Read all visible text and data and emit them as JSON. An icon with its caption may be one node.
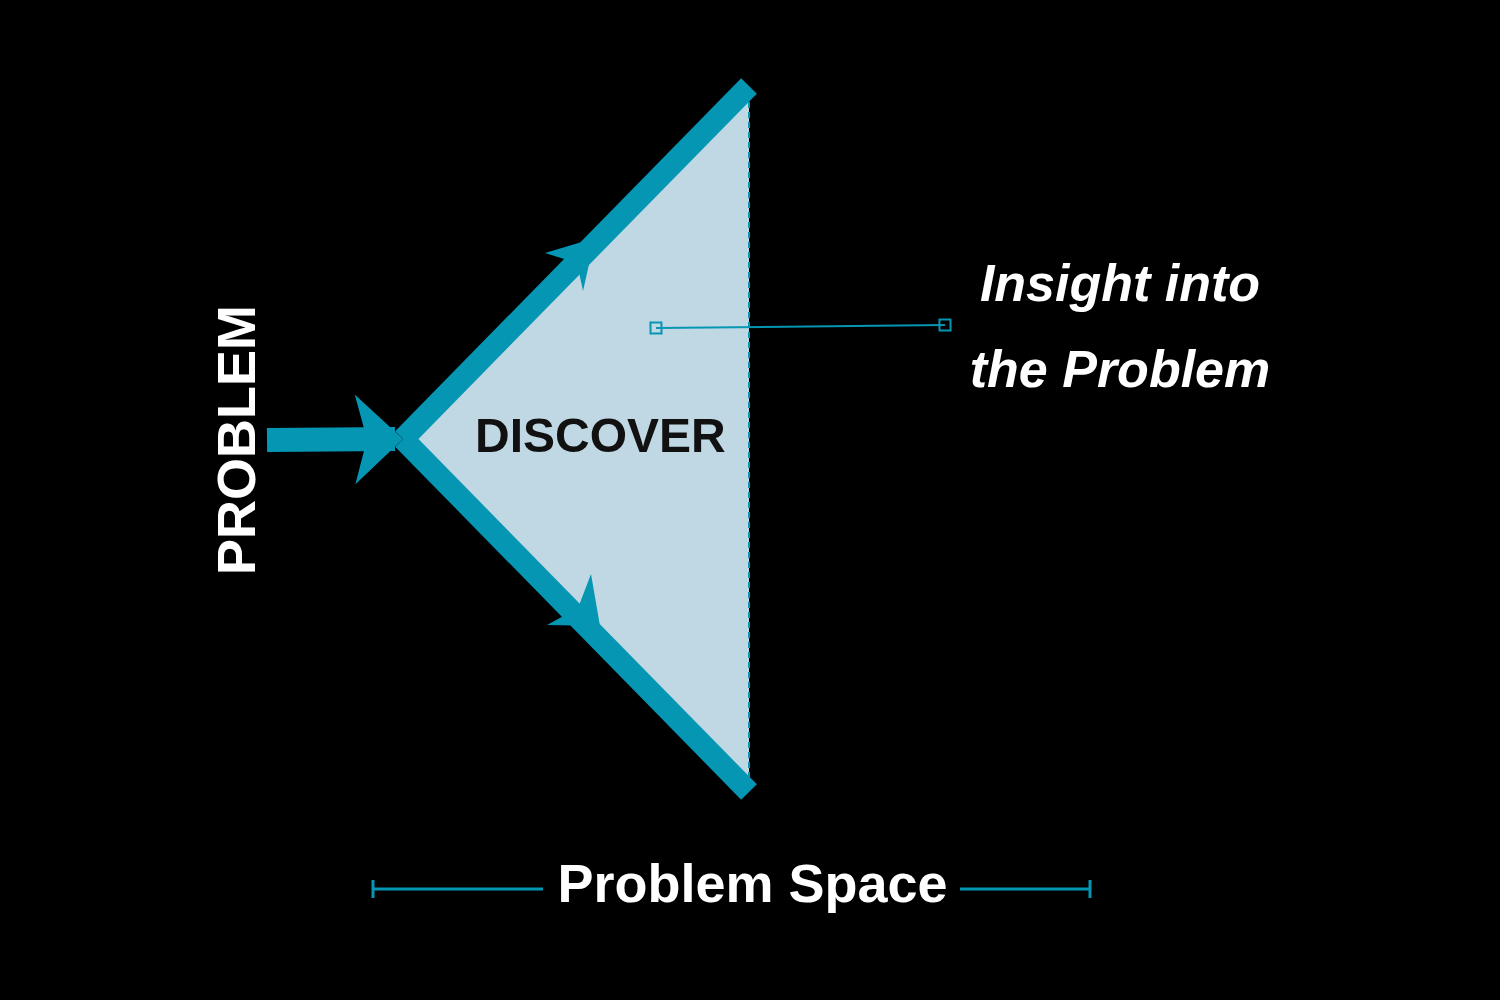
{
  "diagram": {
    "nodes": [
      {
        "text": [
          "PROBLEM"
        ]
      },
      {
        "text": [
          "DISCOVER"
        ]
      },
      {
        "text": [
          "Insight into the Problem"
        ]
      }
    ],
    "edges": [
      {
        "from": 0,
        "to": 1,
        "arrow": "to",
        "style": "thick"
      },
      {
        "from": 2,
        "to": 1,
        "arrow": "other"
      }
    ],
    "labels": [
      "Problem Space"
    ]
  }
}
